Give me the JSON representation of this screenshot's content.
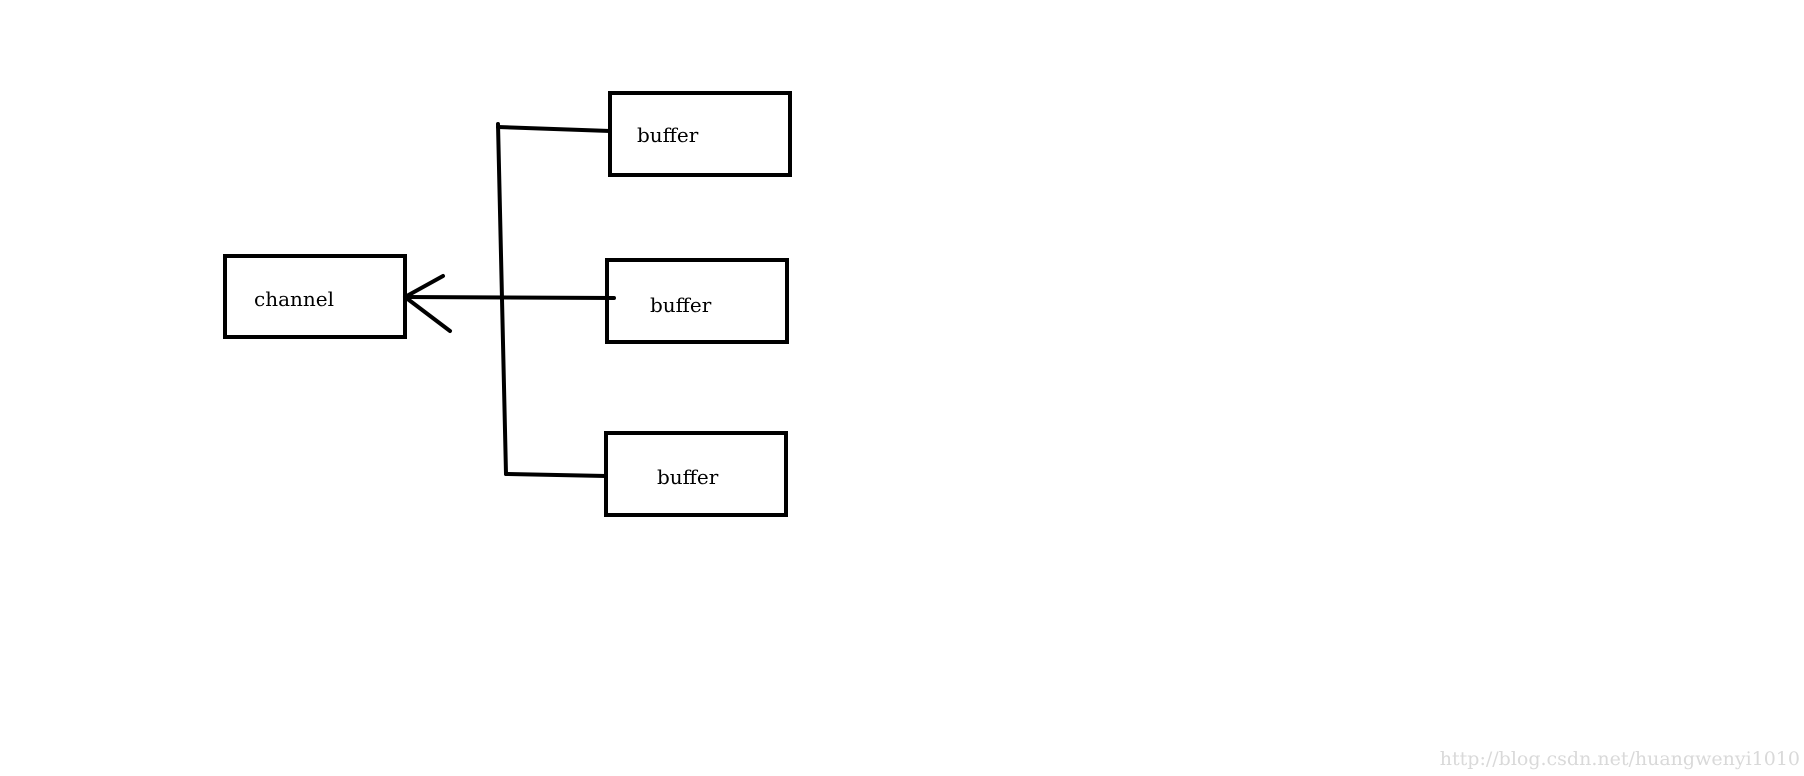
{
  "diagram": {
    "nodes": {
      "channel": {
        "label": "channel"
      },
      "buffer_top": {
        "label": "buffer"
      },
      "buffer_middle": {
        "label": "buffer"
      },
      "buffer_bottom": {
        "label": "buffer"
      }
    },
    "edges": [
      {
        "from": "buffer_top",
        "to": "channel"
      },
      {
        "from": "buffer_middle",
        "to": "channel"
      },
      {
        "from": "buffer_bottom",
        "to": "channel"
      }
    ],
    "stroke_color": "#000000",
    "background_color": "#ffffff"
  },
  "watermark": {
    "text": "http://blog.csdn.net/huangwenyi1010"
  }
}
